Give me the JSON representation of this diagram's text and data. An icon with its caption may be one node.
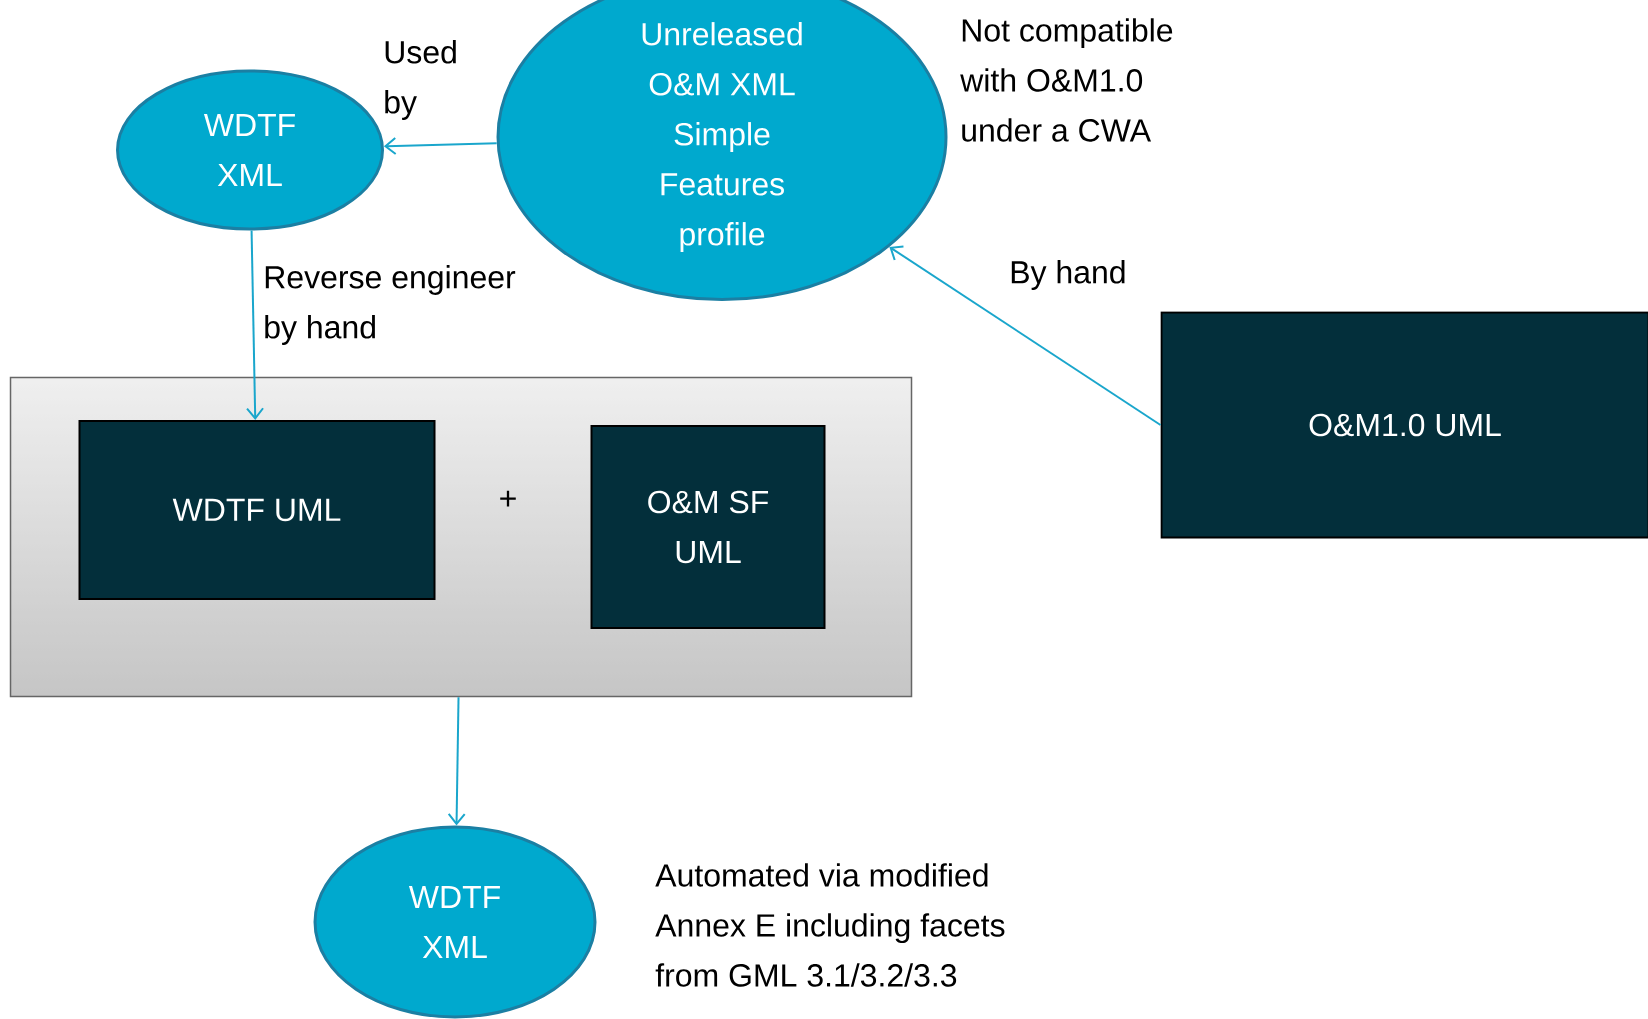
{
  "diagram": {
    "nodes": [
      {
        "text": [
          "WDTF XML"
        ]
      },
      {
        "text": [
          "Unreleased O&M XML Simple Features profile"
        ],
        "beside": [
          "Not compatible with O&M1.0 under a CWA"
        ]
      },
      {
        "text": [],
        "shape": "box"
      },
      {
        "text": [
          "WDTF UML"
        ],
        "in": 2
      },
      {
        "text": [
          "O&M SF UML"
        ],
        "in": 2
      },
      {
        "text": [
          "O&M1.0 UML"
        ]
      },
      {
        "text": [
          "WDTF XML"
        ],
        "beside": [
          "Automated via modified Annex E including facets from GML 3.1/3.2/3.3"
        ]
      }
    ],
    "edges": [
      {
        "from": 1,
        "to": 0,
        "arrow": "to",
        "label": "Used by"
      },
      {
        "from": 0,
        "to": 3,
        "arrow": "to",
        "label": "Reverse engineer by hand"
      },
      {
        "from": 5,
        "to": 1,
        "arrow": "to",
        "label": "By hand"
      },
      {
        "from": 2,
        "to": 6,
        "arrow": "to"
      }
    ],
    "labels": [
      "+"
    ]
  }
}
